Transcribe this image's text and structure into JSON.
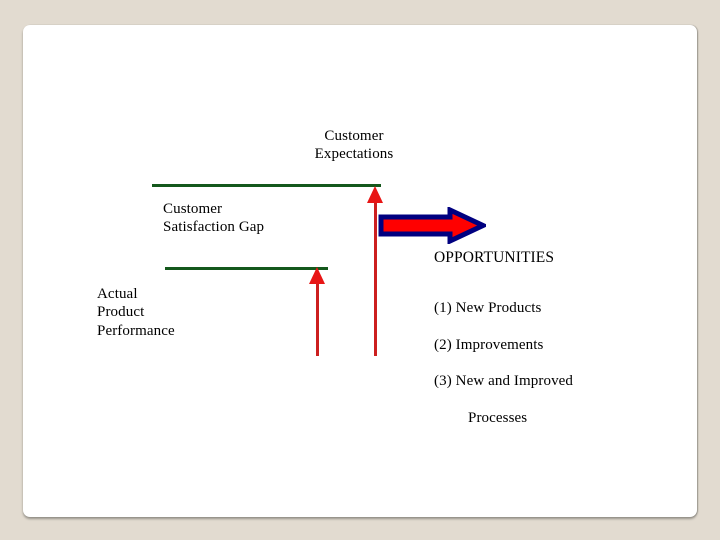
{
  "slide": {
    "background_color": "#e2dbd0",
    "canvas_color": "#ffffff"
  },
  "colors": {
    "line_green": "#14581c",
    "arrow_red": "#e81515",
    "arrow_fill_red": "#ff0000",
    "arrow_outline_navy": "#000080",
    "text_black": "#000000"
  },
  "diagram": {
    "expectations_label": "Customer\nExpectations",
    "gap_label": "Customer\nSatisfaction Gap",
    "performance_label": "Actual\nProduct\nPerformance",
    "opportunities_heading": "OPPORTUNITIES",
    "opportunities": [
      {
        "text": "(1) New Products",
        "indented": false
      },
      {
        "text": "(2) Improvements",
        "indented": false
      },
      {
        "text": "(3) New and Improved",
        "indented": false
      },
      {
        "text": "Processes",
        "indented": true
      }
    ]
  },
  "icons": {
    "expectations_measure": "up-arrow-icon",
    "performance_measure": "up-arrow-icon",
    "opportunities_pointer": "right-block-arrow-icon"
  }
}
